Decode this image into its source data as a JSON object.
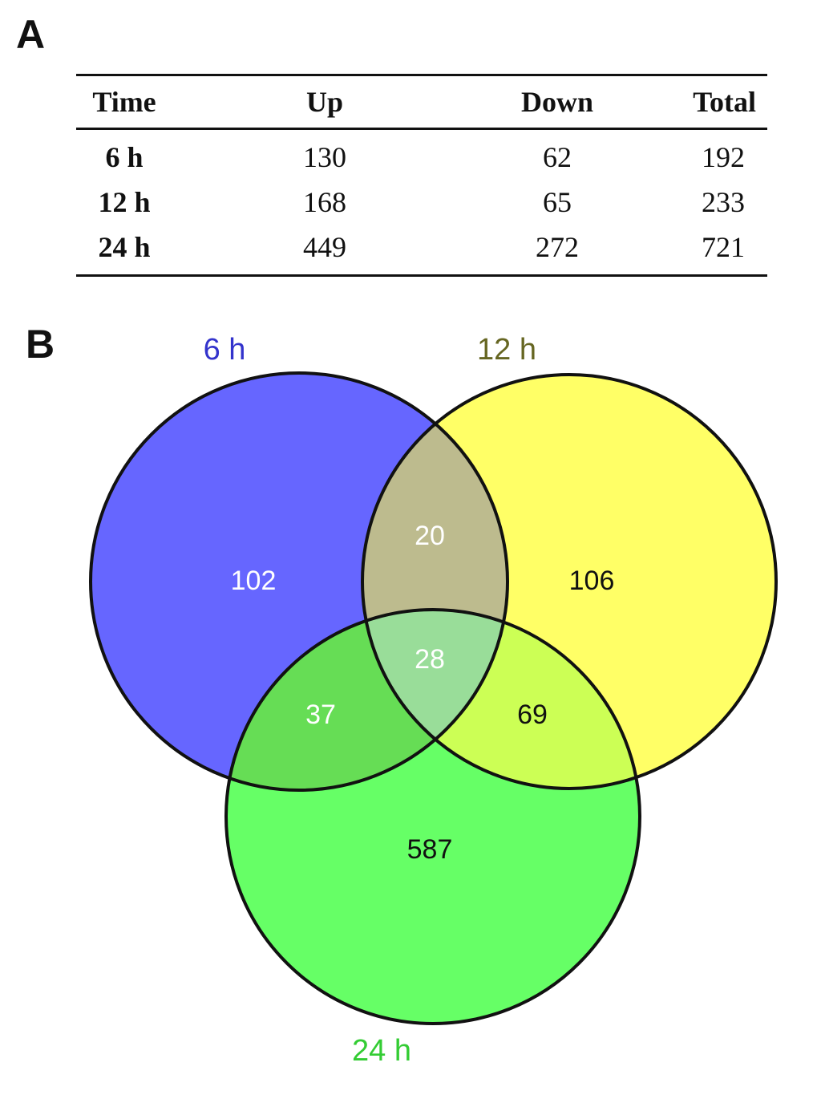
{
  "panel_a": {
    "label": "A",
    "table": {
      "headers": {
        "time": "Time",
        "up": "Up",
        "down": "Down",
        "total": "Total"
      },
      "rows": [
        {
          "time": "6 h",
          "up": "130",
          "down": "62",
          "total": "192"
        },
        {
          "time": "12 h",
          "up": "168",
          "down": "65",
          "total": "233"
        },
        {
          "time": "24 h",
          "up": "449",
          "down": "272",
          "total": "721"
        }
      ]
    }
  },
  "panel_b": {
    "label": "B",
    "sets": {
      "set_6h": {
        "label": "6 h",
        "fill": "#6666ff",
        "label_color": "#3333cc"
      },
      "set_12h": {
        "label": "12 h",
        "fill": "#ffff66",
        "label_color": "#666622"
      },
      "set_24h": {
        "label": "24 h",
        "fill": "#66ff66",
        "label_color": "#33cc33"
      }
    },
    "regions": {
      "only_6h": "102",
      "only_12h": "106",
      "only_24h": "587",
      "6h_12h": "20",
      "6h_24h": "37",
      "12h_24h": "69",
      "all_three": "28"
    },
    "region_colors": {
      "6h_12h": "#bdbb8e",
      "6h_24h": "#66dd55",
      "12h_24h": "#ccff55",
      "all_three": "#99dd99"
    }
  }
}
